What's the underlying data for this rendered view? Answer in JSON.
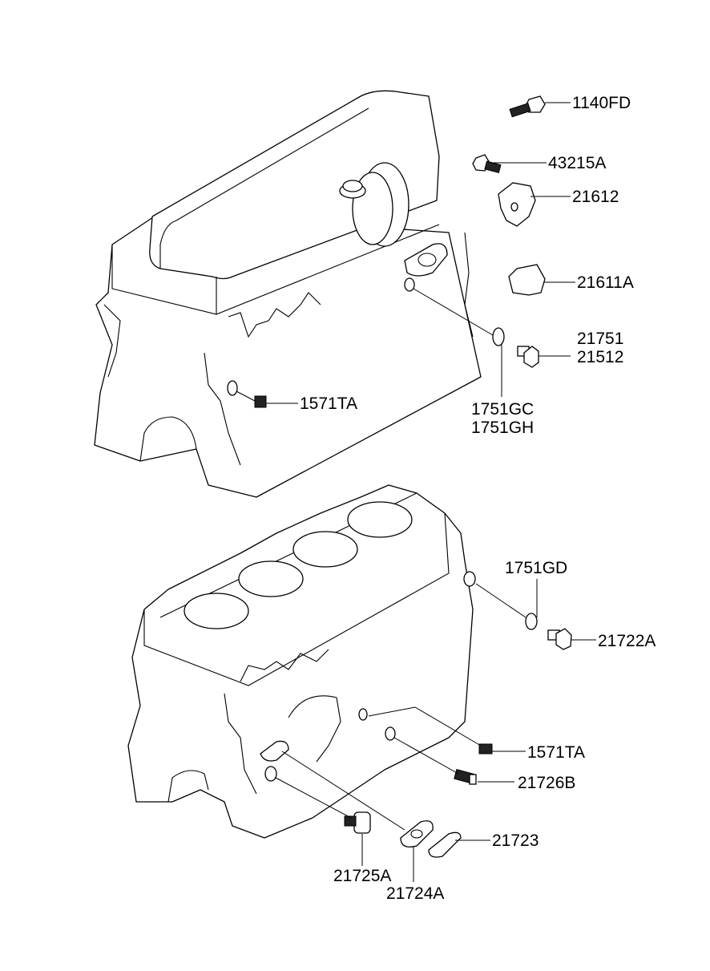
{
  "diagram": {
    "labels": {
      "p1140fd": "1140FD",
      "p43215a": "43215A",
      "p21612": "21612",
      "p21611a": "21611A",
      "p21751": "21751",
      "p21512": "21512",
      "p1751gc": "1751GC",
      "p1751gh": "1751GH",
      "p1571ta_upper": "1571TA",
      "p1751gd": "1751GD",
      "p21722a": "21722A",
      "p1571ta_lower": "1571TA",
      "p21726b": "21726B",
      "p21723": "21723",
      "p21725a": "21725A",
      "p21724a": "21724A"
    }
  }
}
